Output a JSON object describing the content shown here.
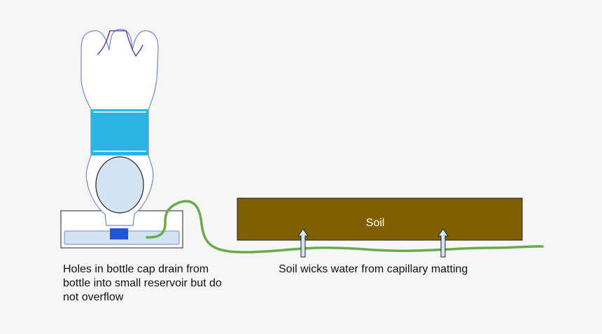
{
  "diagram": {
    "soil_label": "Soil",
    "captions": {
      "left": [
        "Holes in bottle cap drain from",
        "bottle into small reservoir but do",
        "not overflow"
      ],
      "right": "Soil wicks water from capillary matting"
    },
    "colors": {
      "background": "#f6f6f6",
      "bottle_outline": "#6f86e0",
      "bottle_label": "#2bb5e2",
      "bottle_neck_fill": "#d4e3f3",
      "bottle_cap": "#1f55d6",
      "reservoir_water": "#d4e3f3",
      "soil": "#7f5f00",
      "capillary_mat": "#6aaa4f",
      "arrow_fill": "#d4e3f3"
    }
  }
}
